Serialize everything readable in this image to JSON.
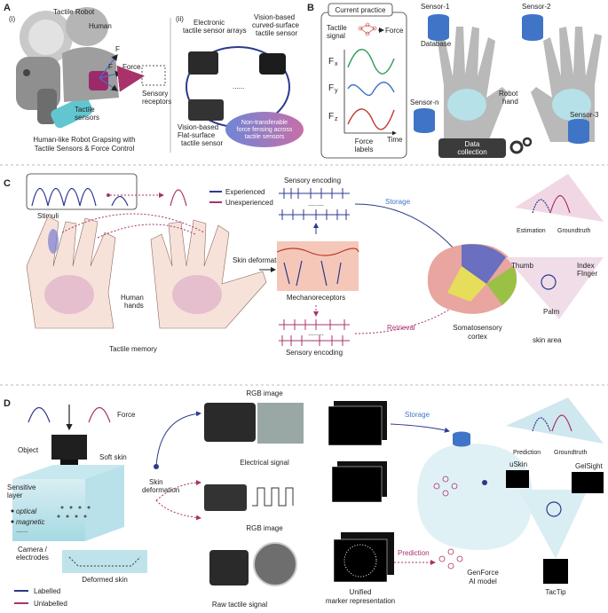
{
  "panels": {
    "a": "A",
    "b": "B",
    "c": "C",
    "d": "D"
  },
  "panel_a": {
    "sub_i": "(i)",
    "sub_ii": "(ii)",
    "tactile_robot": "Tactile Robot",
    "human": "Human",
    "force": "Force",
    "f1": "F",
    "f2": "F",
    "f3": "F",
    "tactile_sensors_1": "Tactile",
    "tactile_sensors_2": "sensors",
    "sensory_receptors_1": "Sensory",
    "sensory_receptors_2": "receptors",
    "caption_1": "Human-like Robot Grapsing with",
    "caption_2": "Tactile Sensors & Force Control",
    "elec_1": "Electronic",
    "elec_2": "tactile sensor arrays",
    "vision_curved_1": "Vision-based",
    "vision_curved_2": "curved-surface",
    "vision_curved_3": "tactile sensor",
    "vision_flat_1": "Vision-based",
    "vision_flat_2": "Flat-surface",
    "vision_flat_3": "tactile sensor",
    "dots": "......",
    "non_transfer_1": "Non-transferable",
    "non_transfer_2": "force fensing across",
    "non_transfer_3": "tactile sensors"
  },
  "panel_b": {
    "current_practice": "Current practice",
    "tactile_signal_1": "Tactile",
    "tactile_signal_2": "signal",
    "force": "Force",
    "fx": "F",
    "fy": "F",
    "fz": "F",
    "fx_sub": "x",
    "fy_sub": "y",
    "fz_sub": "z",
    "time": "Time",
    "force_labels_1": "Force",
    "force_labels_2": "labels",
    "sensor1": "Sensor-1",
    "sensor2": "Sensor-2",
    "sensor3": "Sensor-3",
    "sensorn": "Sensor-n",
    "database": "Database",
    "robot_hand_1": "Robot",
    "robot_hand_2": "hand",
    "data_collection_1": "Data",
    "data_collection_2": "collection"
  },
  "panel_c": {
    "stimuli": "Stimuli",
    "experienced": "Experienced",
    "unexperienced": "Unexperienced",
    "sensory_encoding_top": "Sensory encoding",
    "storage": "Storage",
    "skin_deformation": "Skin deformation",
    "mechanoreceptors": "Mechanoreceptors",
    "retrieval": "Retrieval",
    "sensory_encoding_bottom": "Sensory encoding",
    "human_hands_1": "Human",
    "human_hands_2": "hands",
    "tactile_memory": "Tactile memory",
    "somato_1": "Somatosensory",
    "somato_2": "cortex",
    "estimation": "Estimation",
    "groundtruth": "Groundtruth",
    "thumb": "Thumb",
    "index_1": "Index",
    "index_2": "FInger",
    "palm": "Palm",
    "skin_area": "skin area",
    "dots": "........"
  },
  "panel_d": {
    "force": "Force",
    "object": "Object",
    "soft_skin": "Soft skin",
    "sensitive_1": "Sensitive",
    "sensitive_2": "layer",
    "optical": "optical",
    "magnetic": "magnetic",
    "dots": "......",
    "camera_1": "Camera /",
    "camera_2": "electrodes",
    "deformed_skin": "Deformed skin",
    "labelled": "Labelled",
    "unlabelled": "Unlabelled",
    "skin_def_1": "Skin",
    "skin_def_2": "deformation",
    "rgb_image_top": "RGB image",
    "electrical_signal": "Electrical signal",
    "rgb_image_bottom": "RGB image",
    "raw_signal": "Raw tactile signal",
    "storage": "Storage",
    "prediction_arrow": "Prediction",
    "unified_1": "Unified",
    "unified_2": "marker representation",
    "genforce_1": "GenForce",
    "genforce_2": "AI model",
    "prediction": "Prediction",
    "groundtruth": "Groundtruth",
    "uskin": "uSkin",
    "gelsight": "GelSight",
    "tactip": "TacTip"
  },
  "colors": {
    "experienced": "#2b3a8c",
    "unexperienced": "#a8336b",
    "accent_blue": "#3f74c7",
    "accent_green": "#2e9a55"
  }
}
